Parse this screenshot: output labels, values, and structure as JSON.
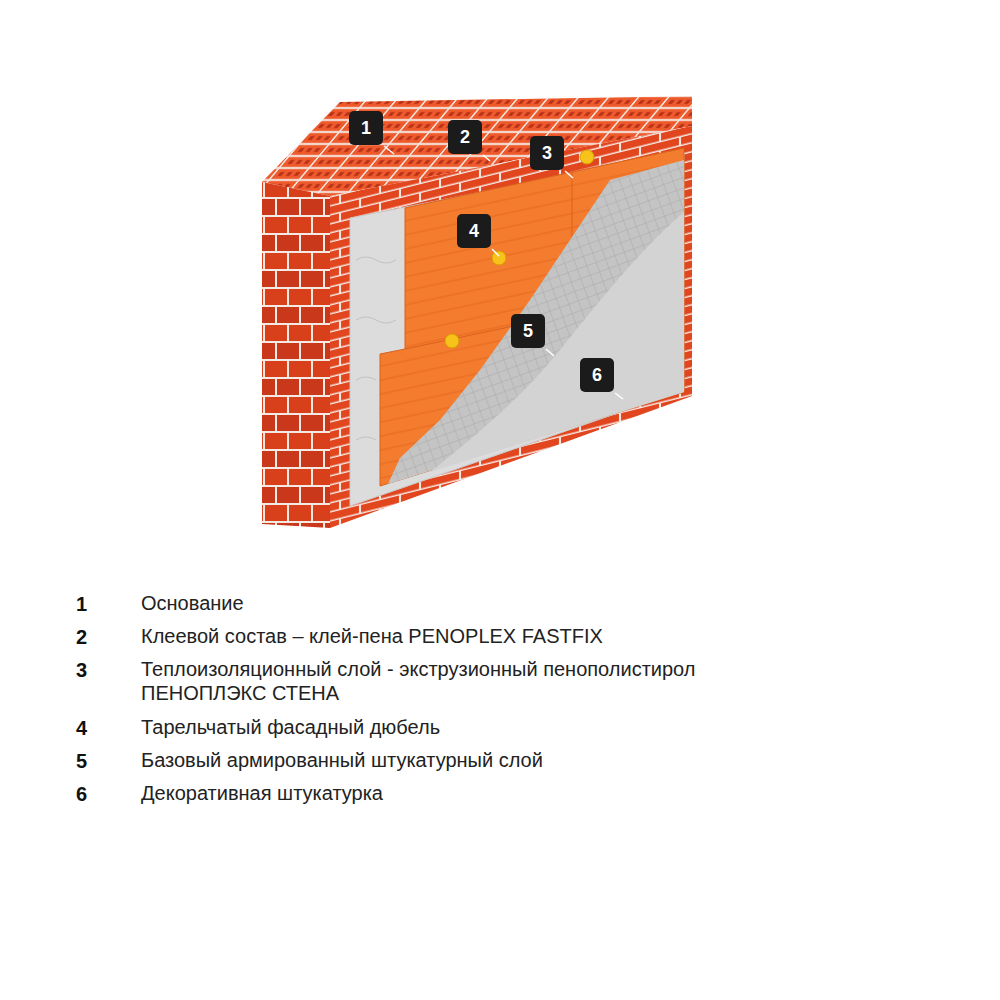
{
  "diagram": {
    "nodes": [
      {
        "text": [
          "1"
        ]
      },
      {
        "text": [
          "2"
        ]
      },
      {
        "text": [
          "3"
        ]
      },
      {
        "text": [
          "4"
        ]
      },
      {
        "text": [
          "5"
        ]
      },
      {
        "text": [
          "6"
        ]
      }
    ],
    "labels": [
      "1",
      "Основание",
      "2",
      "Клеевой состав – клей-пена PENOPLEX FASTFIX",
      "3",
      "Теплоизоляционный слой - экструзионный пенополистирол ПЕНОПЛЭКС СТЕНА",
      "4",
      "Тарельчатый фасадный дюбель",
      "5",
      "Базовый армированный штукатурный слой",
      "6",
      "Декоративная штукатурка"
    ]
  }
}
